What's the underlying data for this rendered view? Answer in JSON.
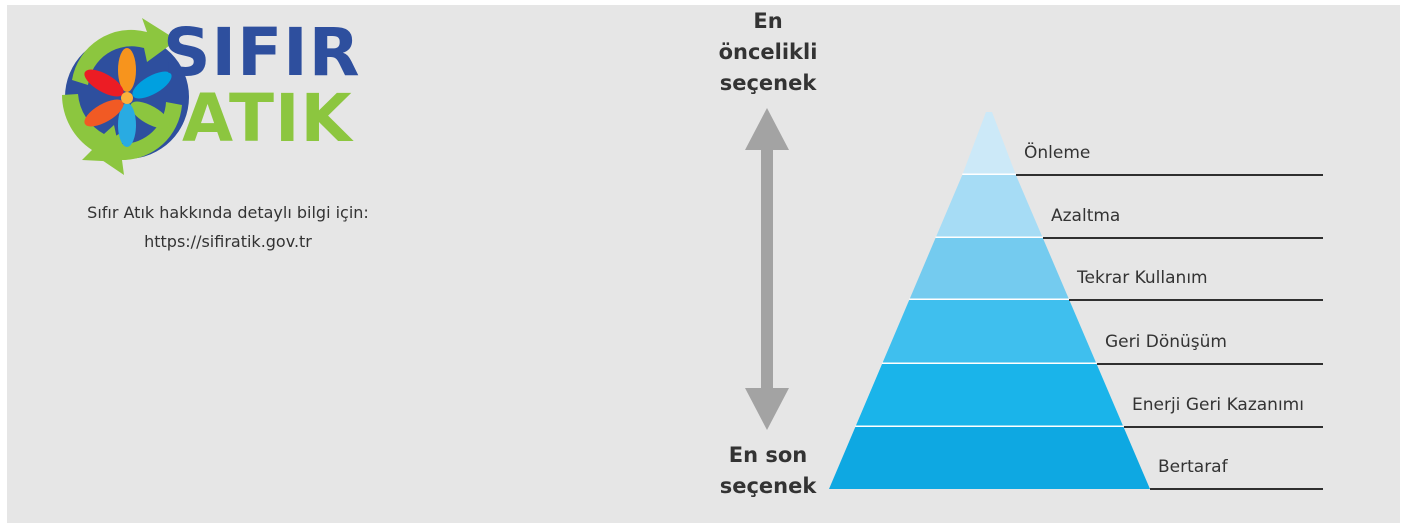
{
  "logo": {
    "word1": "SIFIR",
    "word2": "ATIK",
    "word1_color": "#2e4f9e",
    "word2_color": "#8cc63f",
    "icon": "recycle-flower-icon"
  },
  "info": {
    "line1": "Sıfır Atık hakkında detaylı bilgi için:",
    "line2": "https://sifiratik.gov.tr"
  },
  "priority": {
    "top_line1": "En",
    "top_line2": "öncelikli",
    "top_line3": "seçenek",
    "bottom_line1": "En son",
    "bottom_line2": "seçenek",
    "arrow_icon": "double-arrow-vertical-icon"
  },
  "pyramid": {
    "levels": [
      {
        "label": "Önleme",
        "color": "#cce9f8"
      },
      {
        "label": "Azaltma",
        "color": "#a6dcf5"
      },
      {
        "label": "Tekrar Kullanım",
        "color": "#74cbef"
      },
      {
        "label": "Geri Dönüşüm",
        "color": "#3fbfee"
      },
      {
        "label": "Enerji Geri Kazanımı",
        "color": "#1ab4ea"
      },
      {
        "label": "Bertaraf",
        "color": "#0ea8e2"
      }
    ]
  }
}
